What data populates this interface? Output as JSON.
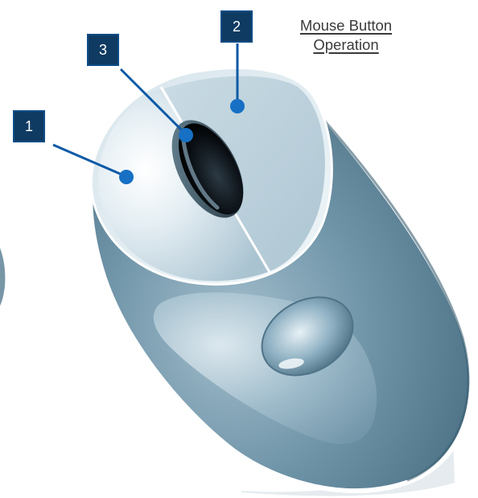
{
  "title": {
    "line1": "Mouse Button",
    "line2": "Operation"
  },
  "callouts": [
    {
      "number": "1",
      "target": "left-button"
    },
    {
      "number": "2",
      "target": "right-button"
    },
    {
      "number": "3",
      "target": "scroll-wheel"
    }
  ],
  "colors": {
    "callout_fill": "#0f3a62",
    "callout_border": "#0e4c86",
    "pointer_line": "#0d5aa6",
    "mouse_body": "#5b8296",
    "button_face": "#b9cfdb"
  }
}
